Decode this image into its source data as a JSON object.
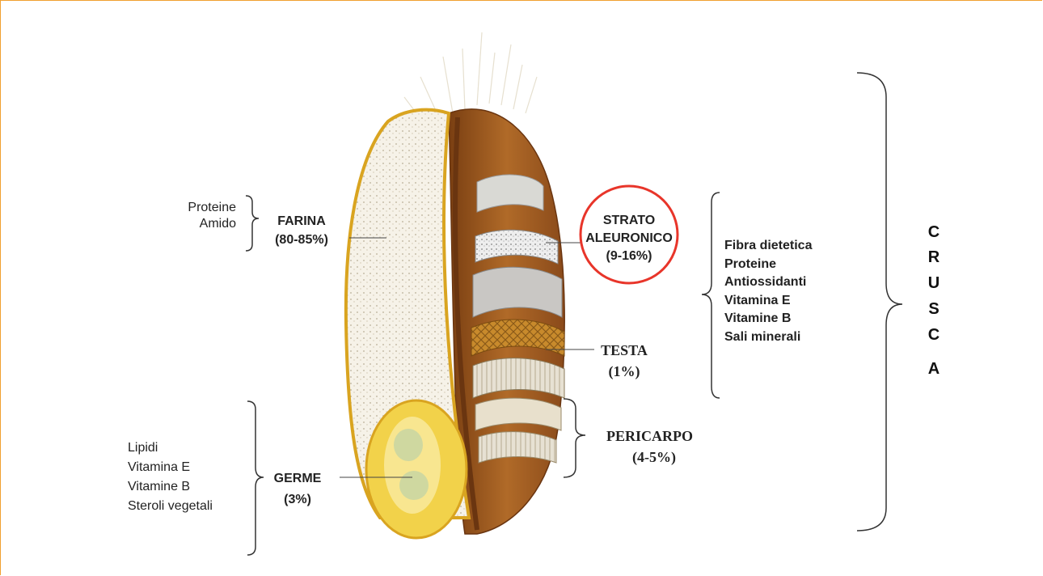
{
  "farina": {
    "components": [
      "Proteine",
      "Amido"
    ],
    "name": "FARINA",
    "percent": "(80-85%)"
  },
  "germe": {
    "components": [
      "Lipidi",
      "Vitamina E",
      "Vitamine B",
      "Steroli vegetali"
    ],
    "name": "GERME",
    "percent": "(3%)"
  },
  "strato_aleuronico": {
    "line1": "STRATO",
    "line2": "ALEURONICO",
    "percent": "(9-16%)",
    "highlight_color": "#e8352a"
  },
  "testa": {
    "name": "TESTA",
    "percent": "(1%)"
  },
  "pericarpo": {
    "name": "PERICARPO",
    "percent": "(4-5%)"
  },
  "bran_components": [
    "Fibra dietetica",
    "Proteine",
    "Antiossidanti",
    "Vitamina E",
    "Vitamine B",
    "Sali minerali"
  ],
  "crusca": {
    "letters": [
      "C",
      "R",
      "U",
      "S",
      "C",
      "A"
    ]
  },
  "colors": {
    "frame_border": "#f0a030",
    "endosperm": "#f4efe4",
    "bran_brown": "#9a5a22",
    "germ_yellow": "#f2d24a"
  }
}
